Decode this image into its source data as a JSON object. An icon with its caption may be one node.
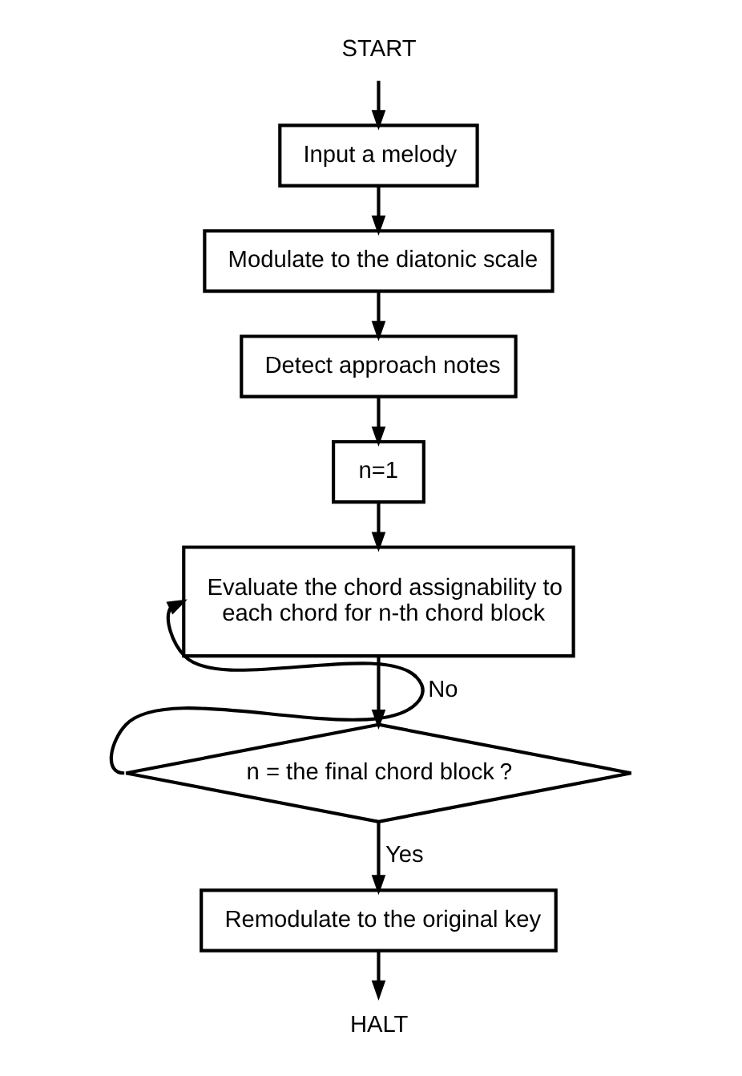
{
  "diagram": {
    "nodes": [
      {
        "text": [
          "START"
        ]
      },
      {
        "text": [
          "Input a melody"
        ]
      },
      {
        "text": [
          "Modulate to the diatonic scale"
        ]
      },
      {
        "text": [
          "Detect approach notes"
        ]
      },
      {
        "text": [
          "n=1"
        ]
      },
      {
        "text": [
          "Evaluate the chord assignability to each chord for n-th chord block"
        ]
      },
      {
        "text": [
          "n = the final chord block？"
        ]
      },
      {
        "text": [
          "Remodulate to the original key"
        ]
      },
      {
        "text": [
          "HALT"
        ]
      }
    ],
    "edges": [
      {
        "from": 0,
        "to": 1,
        "arrow": "to"
      },
      {
        "from": 1,
        "to": 2,
        "arrow": "to"
      },
      {
        "from": 2,
        "to": 3,
        "arrow": "to"
      },
      {
        "from": 3,
        "to": 4,
        "arrow": "to"
      },
      {
        "from": 4,
        "to": 5,
        "arrow": "to"
      },
      {
        "from": 5,
        "to": 6,
        "arrow": "to"
      },
      {
        "from": 6,
        "to": 5,
        "arrow": "to",
        "label": "No"
      },
      {
        "from": 6,
        "to": 7,
        "arrow": "to",
        "label": "Yes"
      },
      {
        "from": 7,
        "to": 8,
        "arrow": "to"
      }
    ]
  }
}
